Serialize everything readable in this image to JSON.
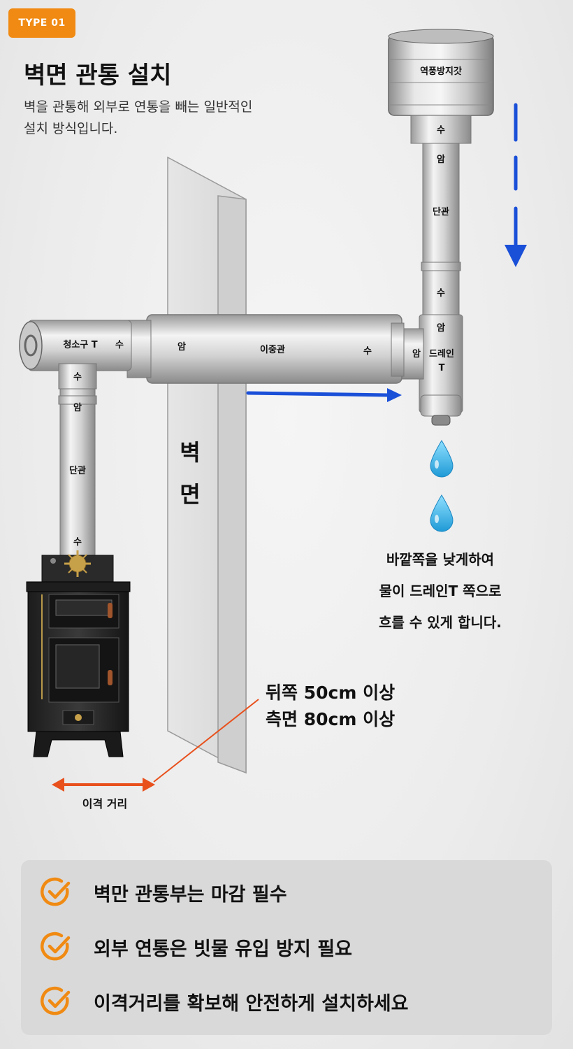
{
  "badge": "TYPE 01",
  "title": "벽면 관통 설치",
  "description": "벽을 관통해 외부로 연통을 빼는 일반적인 설치 방식입니다.",
  "labels": {
    "rain_cap": "역풍방지갓",
    "cap_male": "수",
    "top_female": "암",
    "top_single_pipe": "단관",
    "mid_male": "수",
    "drain_female_top": "암",
    "drain_female_side": "암",
    "drain_t_line1": "드레인",
    "drain_t_line2": "T",
    "cleanout_t": "청소구 T",
    "cleanout_male": "수",
    "double_female": "암",
    "double_pipe": "이중관",
    "double_male": "수",
    "left_male": "수",
    "left_female": "암",
    "left_single_pipe": "단관",
    "stove_male": "수",
    "wall_line1": "벽",
    "wall_line2": "면"
  },
  "drain_note": [
    "바깥쪽을 낮게하여",
    "물이 드레인T 쪽으로",
    "흐를 수 있게 합니다."
  ],
  "clearance": [
    "뒤쪽 50cm 이상",
    "측면 80cm 이상"
  ],
  "distance_label": "이격 거리",
  "checklist": [
    "벽만 관통부는 마감 필수",
    "외부 연통은 빗물 유입 방지 필요",
    "이격거리를 확보해 안전하게 설치하세요"
  ],
  "colors": {
    "accent": "#f08a12",
    "arrow_blue": "#1a4fd8",
    "arrow_red": "#e8501c",
    "water": "#3cb4e6"
  }
}
